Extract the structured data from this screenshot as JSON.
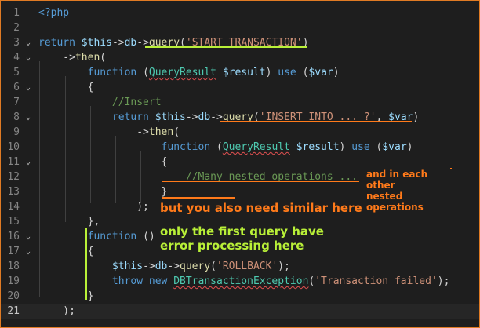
{
  "colors": {
    "annotation_orange": "#ff7a1a",
    "annotation_green": "#b9f038",
    "border": "#e07b24"
  },
  "lines": [
    {
      "n": "1",
      "tokens": [
        {
          "t": "<?php",
          "c": "kw"
        }
      ]
    },
    {
      "n": "2",
      "tokens": []
    },
    {
      "n": "3",
      "fold": "⌄",
      "tokens": [
        {
          "t": "return ",
          "c": "kw"
        },
        {
          "t": "$this",
          "c": "var"
        },
        {
          "t": "->",
          "c": "op"
        },
        {
          "t": "db",
          "c": "var"
        },
        {
          "t": "->",
          "c": "op"
        },
        {
          "t": "query",
          "c": "fn"
        },
        {
          "t": "(",
          "c": "op"
        },
        {
          "t": "'START TRANSACTION'",
          "c": "str"
        },
        {
          "t": ")",
          "c": "op"
        }
      ]
    },
    {
      "n": "4",
      "fold": "⌄",
      "tokens": [
        {
          "t": "    ->",
          "c": "op"
        },
        {
          "t": "then",
          "c": "fn"
        },
        {
          "t": "(",
          "c": "op"
        }
      ]
    },
    {
      "n": "5",
      "tokens": [
        {
          "t": "        ",
          "c": "op"
        },
        {
          "t": "function ",
          "c": "kw"
        },
        {
          "t": "(",
          "c": "op"
        },
        {
          "t": "QueryResult",
          "c": "cls",
          "s": 1
        },
        {
          "t": " ",
          "c": "op"
        },
        {
          "t": "$result",
          "c": "var"
        },
        {
          "t": ") ",
          "c": "op"
        },
        {
          "t": "use",
          "c": "kw"
        },
        {
          "t": " (",
          "c": "op"
        },
        {
          "t": "$var",
          "c": "var"
        },
        {
          "t": ")",
          "c": "op"
        }
      ]
    },
    {
      "n": "6",
      "fold": "⌄",
      "tokens": [
        {
          "t": "        {",
          "c": "op"
        }
      ]
    },
    {
      "n": "7",
      "tokens": [
        {
          "t": "            ",
          "c": "op"
        },
        {
          "t": "//Insert",
          "c": "cm"
        }
      ]
    },
    {
      "n": "8",
      "fold": "⌄",
      "tokens": [
        {
          "t": "            ",
          "c": "op"
        },
        {
          "t": "return ",
          "c": "kw"
        },
        {
          "t": "$this",
          "c": "var"
        },
        {
          "t": "->",
          "c": "op"
        },
        {
          "t": "db",
          "c": "var"
        },
        {
          "t": "->",
          "c": "op"
        },
        {
          "t": "query",
          "c": "fn"
        },
        {
          "t": "(",
          "c": "op"
        },
        {
          "t": "'INSERT INTO ... ?'",
          "c": "str"
        },
        {
          "t": ", ",
          "c": "op"
        },
        {
          "t": "$var",
          "c": "var"
        },
        {
          "t": ")",
          "c": "op"
        }
      ]
    },
    {
      "n": "9",
      "tokens": [
        {
          "t": "                ->",
          "c": "op"
        },
        {
          "t": "then",
          "c": "fn"
        },
        {
          "t": "(",
          "c": "op"
        }
      ]
    },
    {
      "n": "10",
      "tokens": [
        {
          "t": "                    ",
          "c": "op"
        },
        {
          "t": "function ",
          "c": "kw"
        },
        {
          "t": "(",
          "c": "op"
        },
        {
          "t": "QueryResult",
          "c": "cls",
          "s": 1
        },
        {
          "t": " ",
          "c": "op"
        },
        {
          "t": "$result",
          "c": "var"
        },
        {
          "t": ") ",
          "c": "op"
        },
        {
          "t": "use",
          "c": "kw"
        },
        {
          "t": " (",
          "c": "op"
        },
        {
          "t": "$var",
          "c": "var"
        },
        {
          "t": ")",
          "c": "op"
        }
      ]
    },
    {
      "n": "11",
      "fold": "⌄",
      "tokens": [
        {
          "t": "                    {",
          "c": "op"
        }
      ]
    },
    {
      "n": "12",
      "tokens": [
        {
          "t": "                        ",
          "c": "op"
        },
        {
          "t": "//Many nested operations ...",
          "c": "cm"
        }
      ]
    },
    {
      "n": "13",
      "tokens": [
        {
          "t": "                    }",
          "c": "op"
        }
      ]
    },
    {
      "n": "14",
      "tokens": [
        {
          "t": "                );",
          "c": "op"
        }
      ]
    },
    {
      "n": "15",
      "tokens": [
        {
          "t": "        },",
          "c": "op"
        }
      ]
    },
    {
      "n": "16",
      "fold": "⌄",
      "tokens": [
        {
          "t": "        ",
          "c": "op"
        },
        {
          "t": "function ",
          "c": "kw"
        },
        {
          "t": "()",
          "c": "op"
        }
      ]
    },
    {
      "n": "17",
      "fold": "⌄",
      "tokens": [
        {
          "t": "        {",
          "c": "op"
        }
      ]
    },
    {
      "n": "18",
      "tokens": [
        {
          "t": "            ",
          "c": "op"
        },
        {
          "t": "$this",
          "c": "var"
        },
        {
          "t": "->",
          "c": "op"
        },
        {
          "t": "db",
          "c": "var"
        },
        {
          "t": "->",
          "c": "op"
        },
        {
          "t": "query",
          "c": "fn"
        },
        {
          "t": "(",
          "c": "op"
        },
        {
          "t": "'ROLLBACK'",
          "c": "str"
        },
        {
          "t": ");",
          "c": "op"
        }
      ]
    },
    {
      "n": "19",
      "tokens": [
        {
          "t": "            ",
          "c": "op"
        },
        {
          "t": "throw ",
          "c": "kw"
        },
        {
          "t": "new ",
          "c": "kw"
        },
        {
          "t": "DBTransactionException",
          "c": "cls",
          "s": 1
        },
        {
          "t": "(",
          "c": "op"
        },
        {
          "t": "'Transaction failed'",
          "c": "str"
        },
        {
          "t": ");",
          "c": "op"
        }
      ]
    },
    {
      "n": "20",
      "tokens": [
        {
          "t": "        }",
          "c": "op"
        }
      ]
    },
    {
      "n": "21",
      "current": true,
      "tokens": [
        {
          "t": "    );",
          "c": "op"
        }
      ]
    }
  ],
  "annotations": {
    "nested": "and in each\nother\nnested\noperations",
    "similar": "but you also need similar here",
    "first_query": "only the first query have\nerror processing here"
  }
}
